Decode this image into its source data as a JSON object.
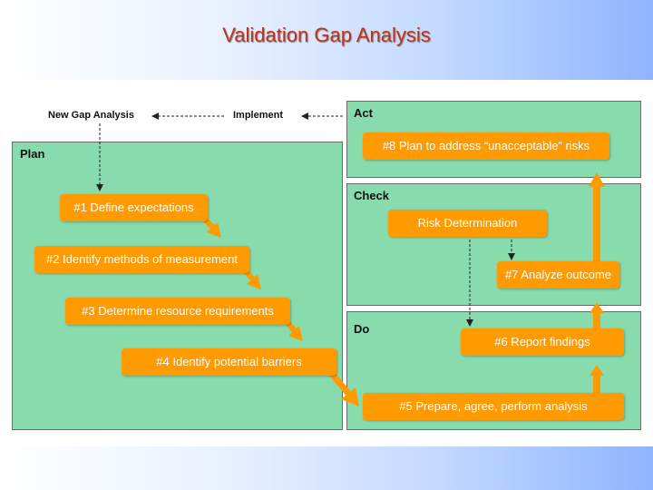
{
  "title": "Validation Gap Analysis",
  "top_labels": {
    "new_gap": "New Gap Analysis",
    "implement": "Implement"
  },
  "panels": {
    "plan": "Plan",
    "act": "Act",
    "check": "Check",
    "do": "Do"
  },
  "steps": {
    "s1": "#1 Define expectations",
    "s2": "#2 Identify methods of measurement",
    "s3": "#3 Determine resource requirements",
    "s4": "#4 Identify potential barriers",
    "s5": "#5 Prepare, agree, perform analysis",
    "s6": "#6 Report findings",
    "risk": "Risk Determination",
    "s7": "#7 Analyze outcome",
    "s8": "#8 Plan to address “unacceptable” risks"
  },
  "colors": {
    "panel_fill": "#88dbac",
    "step_fill": "#ff9a00",
    "title_text": "#c0331a"
  }
}
